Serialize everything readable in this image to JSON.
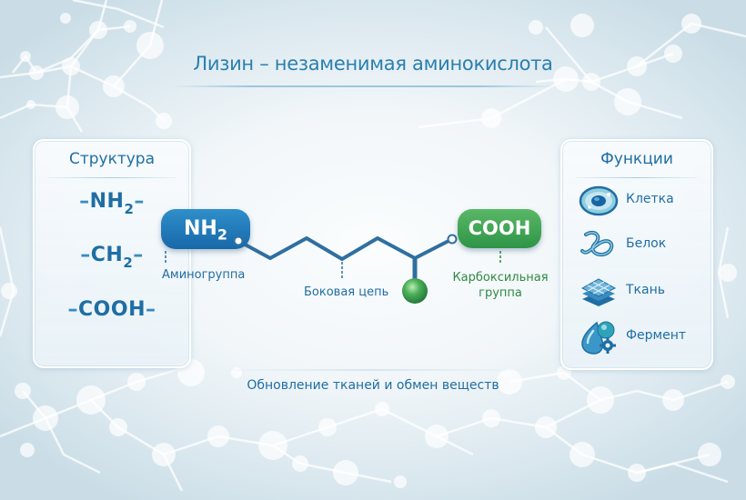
{
  "title": "Лизин – незаменимая аминокислота",
  "structure_panel": {
    "title": "Структура",
    "formulas": [
      {
        "main": "NH",
        "sub": "2"
      },
      {
        "main": "CH",
        "sub": "2"
      },
      {
        "main": "COOH",
        "sub": ""
      }
    ],
    "dash": "–"
  },
  "molecule": {
    "amino_pill": {
      "main": "NH",
      "sub": "2"
    },
    "carboxyl_pill": "COOH",
    "labels": {
      "amino": "Аминогруппа",
      "side_chain": "Боковая цепь",
      "carboxyl_line1": "Карбоксильная",
      "carboxyl_line2": "группа"
    },
    "colors": {
      "amino": "#1f72b3",
      "carboxyl": "#3fa455",
      "chain": "#2f6fa0",
      "side_atom": "#4caf5a"
    }
  },
  "functions_panel": {
    "title": "Функции",
    "items": [
      {
        "label": "Клетка",
        "icon": "cell-icon"
      },
      {
        "label": "Белок",
        "icon": "protein-icon"
      },
      {
        "label": "Ткань",
        "icon": "tissue-icon"
      },
      {
        "label": "Фермент",
        "icon": "enzyme-icon"
      }
    ]
  },
  "footer": "Обновление тканей и обмен веществ"
}
